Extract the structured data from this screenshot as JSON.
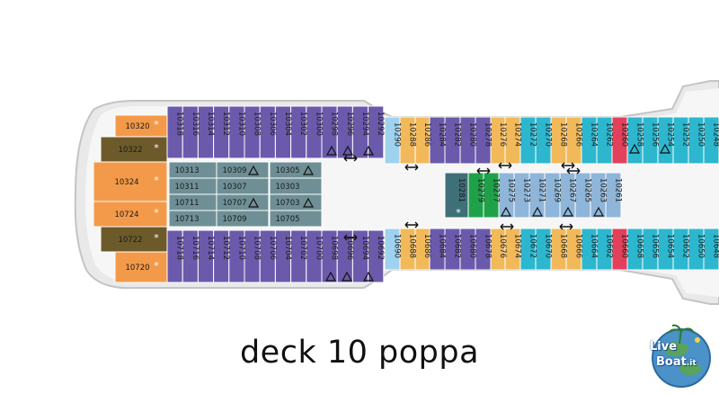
{
  "title": "deck 10 poppa",
  "logo": {
    "line1": "Live",
    "line2": "Boat",
    "suffix": ".it"
  },
  "colors": {
    "purple": "#6b5aab",
    "orange": "#f39a4a",
    "brown": "#6d5a2a",
    "yellow": "#f2b95a",
    "cyan": "#2db7cf",
    "pink": "#e3405c",
    "lightblue": "#9fd2ef",
    "steel": "#8fb5d8",
    "green": "#1fa14a",
    "slate": "#3f6f78",
    "hull": "#d8d8d8"
  },
  "upper_row": [
    "10318",
    "10316",
    "10314",
    "10312",
    "10310",
    "10308",
    "10306",
    "10304",
    "10302",
    "10300",
    "10298",
    "10296",
    "10294",
    "10292",
    "10290",
    "10288",
    "10286",
    "10284",
    "10282",
    "10280",
    "10278",
    "10276",
    "10274",
    "10272",
    "10270",
    "10268",
    "10266",
    "10264",
    "10262",
    "10260",
    "10258",
    "10256",
    "10254",
    "10252",
    "10250",
    "10248"
  ],
  "lower_row": [
    "10718",
    "10716",
    "10714",
    "10712",
    "10710",
    "10708",
    "10706",
    "10704",
    "10702",
    "10700",
    "10698",
    "10696",
    "10694",
    "10692",
    "10690",
    "10688",
    "10686",
    "10684",
    "10682",
    "10680",
    "10678",
    "10676",
    "10674",
    "10672",
    "10670",
    "10668",
    "10666",
    "10664",
    "10662",
    "10660",
    "10658",
    "10656",
    "10654",
    "10652",
    "10650",
    "10648"
  ],
  "stern": [
    "10320",
    "10322",
    "10324",
    "10724",
    "10722",
    "10720"
  ],
  "inner_block_1": [
    "10313",
    "10311",
    "10711",
    "10713"
  ],
  "inner_block_2": [
    "10309",
    "10307",
    "10707",
    "10709"
  ],
  "inner_block_3": [
    "10305",
    "10303",
    "10703",
    "10705"
  ],
  "center": [
    "10281",
    "10279",
    "10277",
    "10275",
    "10273",
    "10271",
    "10269",
    "10267",
    "10265",
    "10263",
    "10261"
  ]
}
